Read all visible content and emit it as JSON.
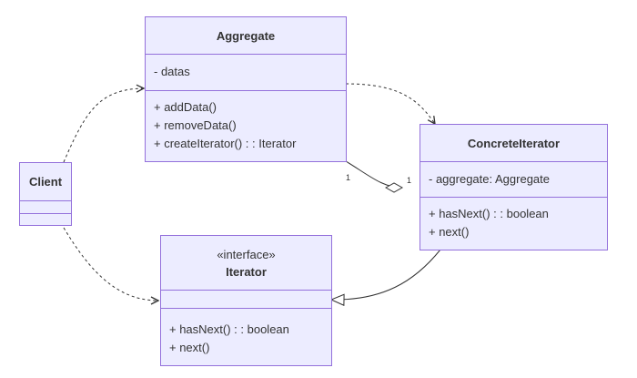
{
  "classes": {
    "aggregate": {
      "name": "Aggregate",
      "attributes": [
        "- datas"
      ],
      "methods": [
        "+ addData()",
        "+ removeData()",
        "+ createIterator() : : Iterator"
      ]
    },
    "concrete_iterator": {
      "name": "ConcreteIterator",
      "attributes": [
        "- aggregate: Aggregate"
      ],
      "methods": [
        "+ hasNext() : : boolean",
        "+ next()"
      ]
    },
    "client": {
      "name": "Client"
    },
    "iterator": {
      "stereotype": "«interface»",
      "name": "Iterator",
      "methods": [
        "+ hasNext() : : boolean",
        "+ next()"
      ]
    }
  },
  "relations": {
    "aggregation": {
      "from_multiplicity": "1",
      "to_multiplicity": "1"
    }
  },
  "colors": {
    "fill": "#ECECFF",
    "stroke": "#9370DB",
    "edge": "#333333"
  }
}
